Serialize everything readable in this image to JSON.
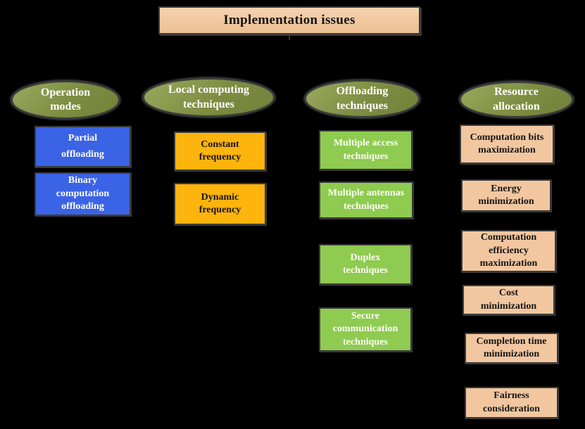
{
  "title": {
    "label": "Implementation issues"
  },
  "colors": {
    "background": "#000000",
    "title_fill": "#f2c9a2",
    "ellipse_fill": "#7e8f41",
    "operation_modes_node": "#3b63e6",
    "local_computing_node": "#fdb40d",
    "offloading_node": "#8ecb50",
    "resource_allocation_node": "#f2c7a0",
    "border": "#3a3a3a"
  },
  "branches": [
    {
      "name": "operation-modes",
      "label": "Operation\nmodes",
      "boxes": [
        {
          "label": "Partial\noffloading"
        },
        {
          "label": "Binary\ncomputation\noffloading"
        }
      ]
    },
    {
      "name": "local-computing-techniques",
      "label": "Local computing\ntechniques",
      "boxes": [
        {
          "label": "Constant\nfrequency"
        },
        {
          "label": "Dynamic\nfrequency"
        }
      ]
    },
    {
      "name": "offloading-techniques",
      "label": "Offloading\ntechniques",
      "boxes": [
        {
          "label": "Multiple access\ntechniques"
        },
        {
          "label": "Multiple antennas\ntechniques"
        },
        {
          "label": "Duplex\ntechniques"
        },
        {
          "label": "Secure\ncommunication\ntechniques"
        }
      ]
    },
    {
      "name": "resource-allocation",
      "label": "Resource\nallocation",
      "boxes": [
        {
          "label": "Computation bits\nmaximization"
        },
        {
          "label": "Energy\nminimization"
        },
        {
          "label": "Computation\nefficiency\nmaximization"
        },
        {
          "label": "Cost\nminimization"
        },
        {
          "label": "Completion time\nminimization"
        },
        {
          "label": "Fairness\nconsideration"
        }
      ]
    }
  ]
}
